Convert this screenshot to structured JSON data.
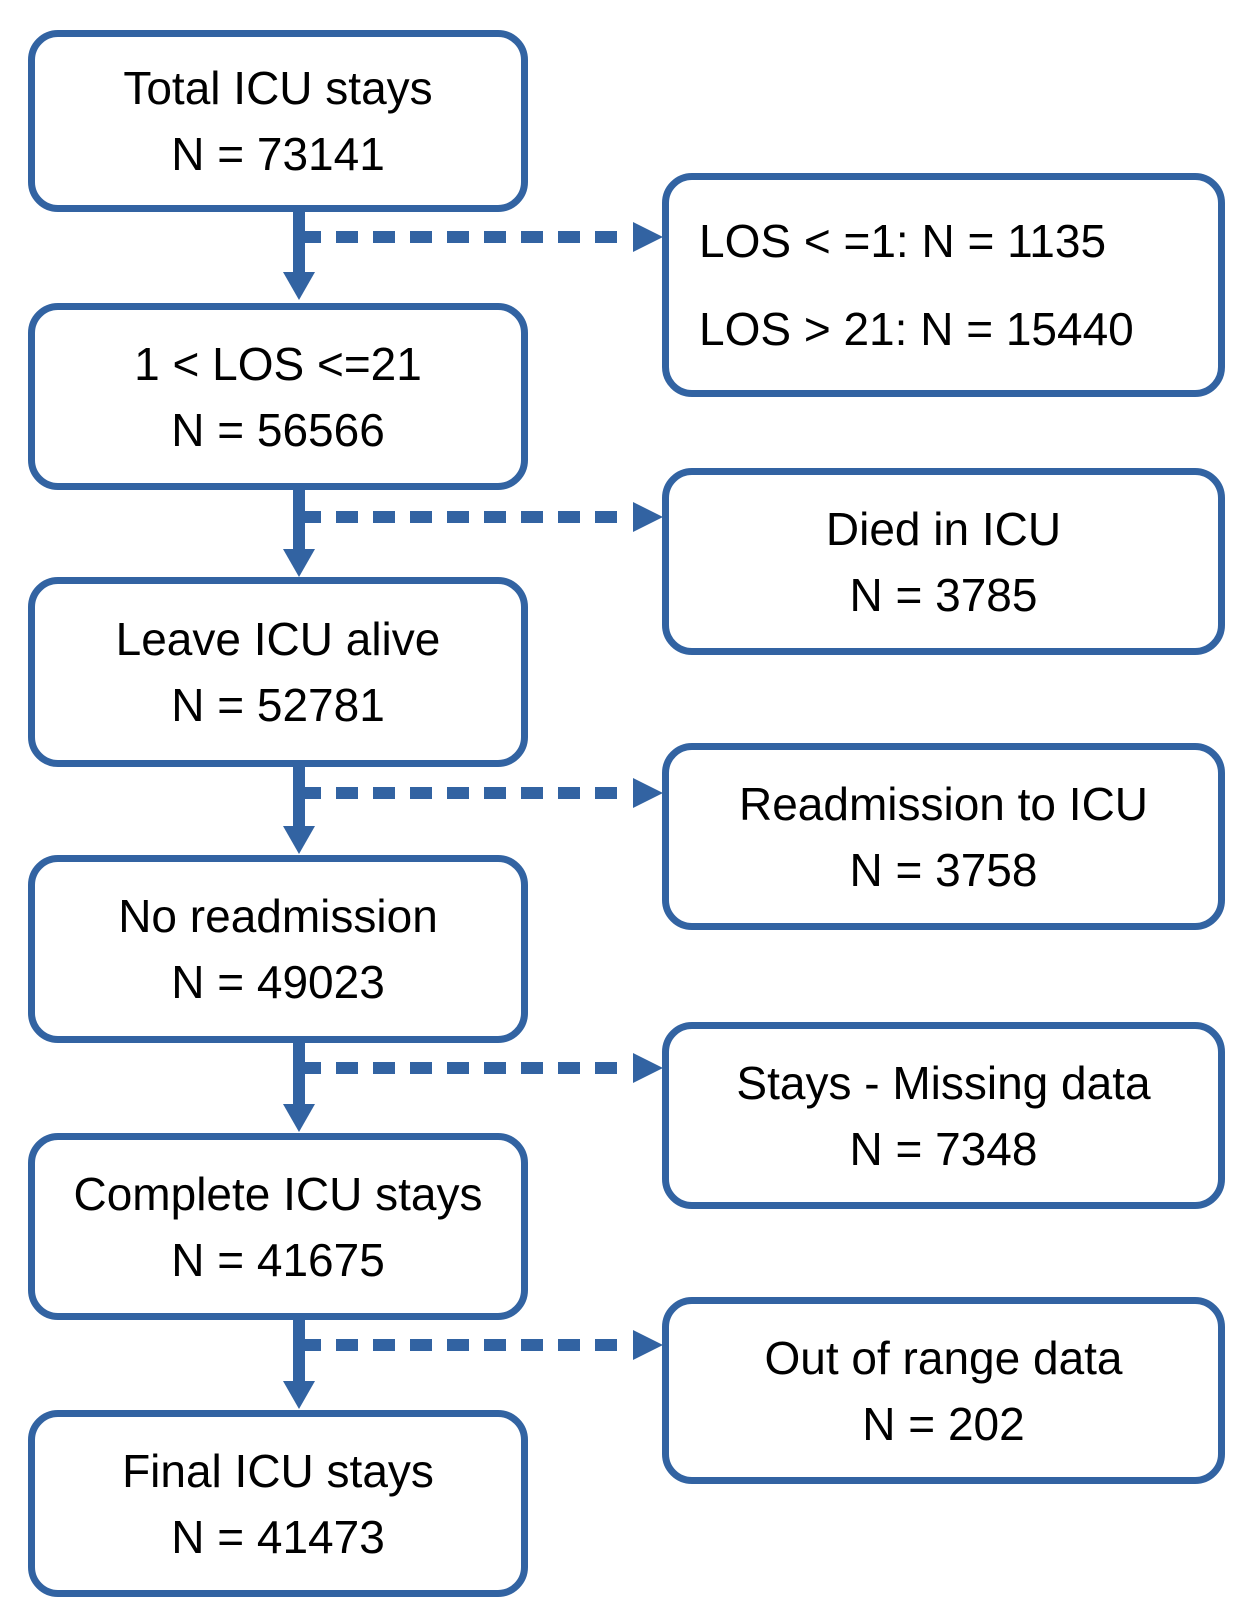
{
  "colors": {
    "accent": "#3263a2",
    "text": "#000000",
    "background": "#ffffff"
  },
  "main_flow": [
    {
      "label": "Total ICU stays",
      "count": "N = 73141"
    },
    {
      "label": "1 < LOS <=21",
      "count": "N = 56566"
    },
    {
      "label": "Leave ICU alive",
      "count": "N = 52781"
    },
    {
      "label": "No readmission",
      "count": "N = 49023"
    },
    {
      "label": "Complete ICU stays",
      "count": "N = 41675"
    },
    {
      "label": "Final ICU stays",
      "count": "N = 41473"
    }
  ],
  "exclusions": [
    {
      "line1": "LOS < =1: N = 1135",
      "line2": "LOS > 21: N = 15440"
    },
    {
      "line1": "Died in ICU",
      "line2": "N = 3785"
    },
    {
      "line1": "Readmission to ICU",
      "line2": "N = 3758"
    },
    {
      "line1": "Stays - Missing data",
      "line2": "N = 7348"
    },
    {
      "line1": "Out of range data",
      "line2": "N = 202"
    }
  ]
}
